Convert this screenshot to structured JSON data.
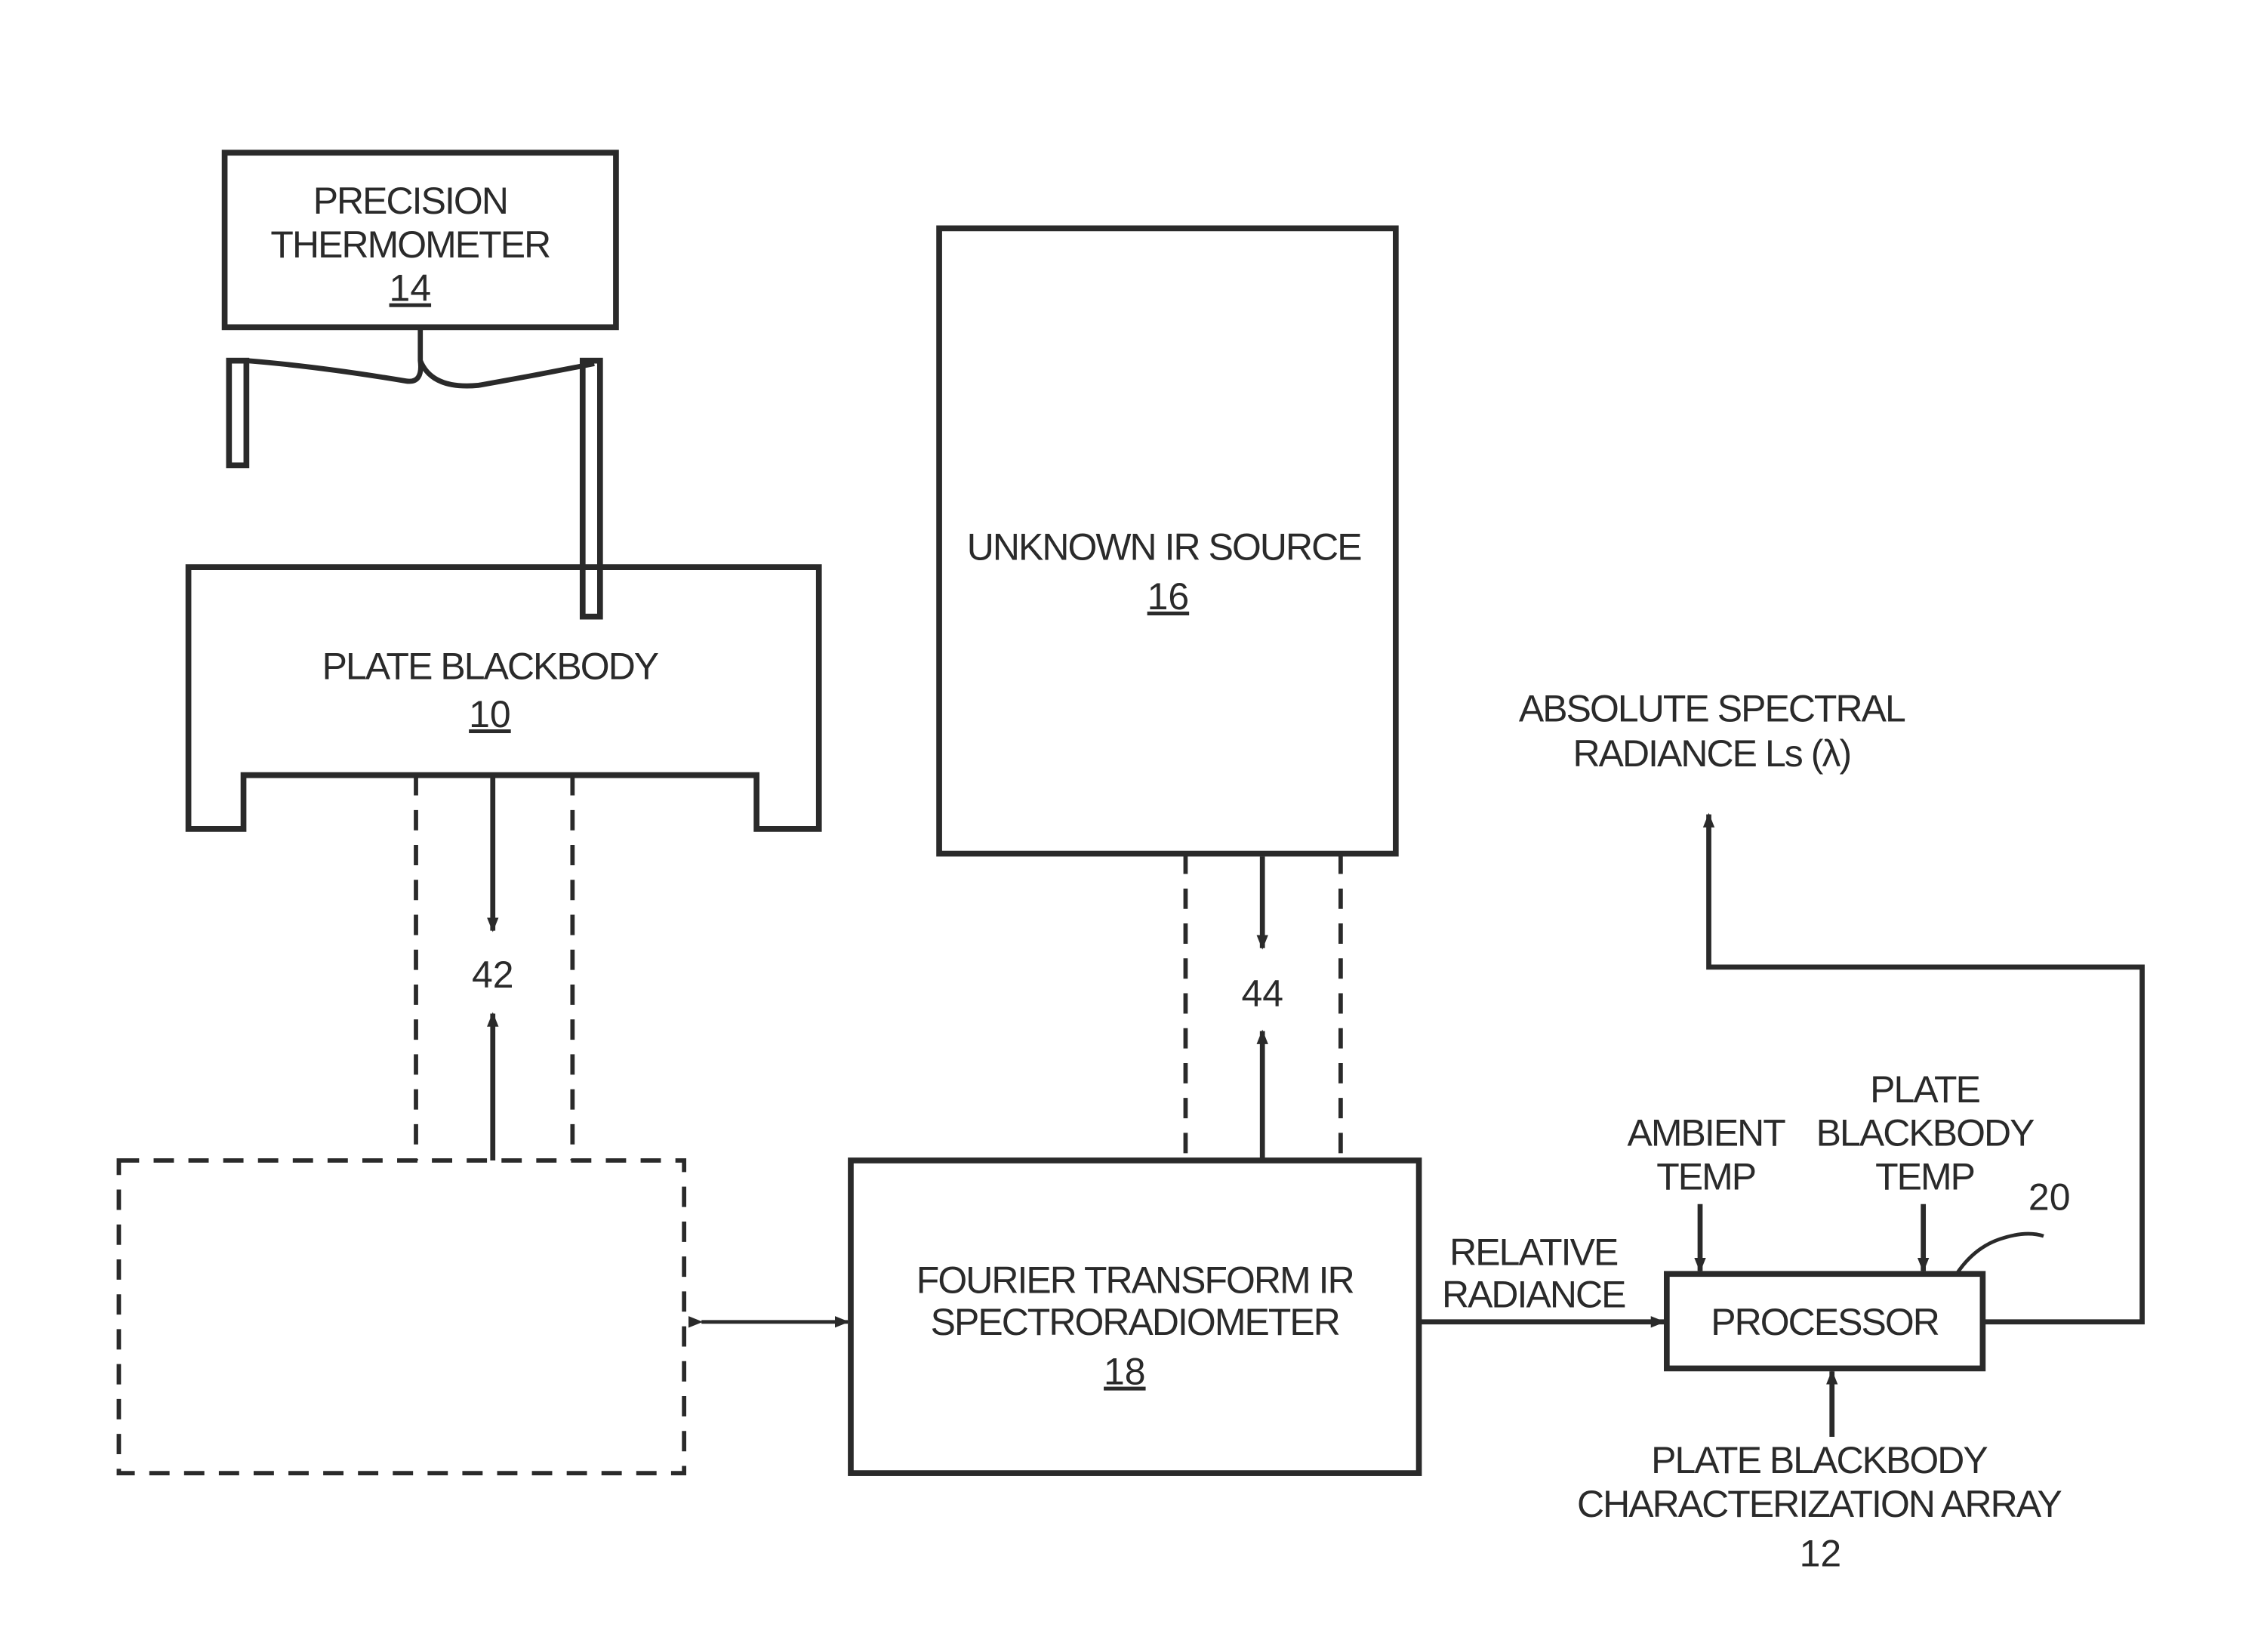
{
  "thermometer": {
    "line1": "PRECISION",
    "line2": "THERMOMETER",
    "ref": "14"
  },
  "plate_blackbody": {
    "label": "PLATE BLACKBODY",
    "ref": "10"
  },
  "unknown_source": {
    "label": "UNKNOWN IR SOURCE",
    "ref": "16"
  },
  "beam_left": {
    "label": "42"
  },
  "beam_right": {
    "label": "44"
  },
  "ftir": {
    "line1": "FOURIER TRANSFORM IR",
    "line2": "SPECTRORADIOMETER",
    "ref": "18"
  },
  "relative_radiance": {
    "line1": "RELATIVE",
    "line2": "RADIANCE"
  },
  "processor": {
    "label": "PROCESSOR",
    "ref": "20"
  },
  "ambient_temp": {
    "line1": "AMBIENT",
    "line2": "TEMP"
  },
  "plate_bb_temp": {
    "line1": "PLATE",
    "line2": "BLACKBODY",
    "line3": "TEMP"
  },
  "characterization": {
    "line1": "PLATE BLACKBODY",
    "line2": "CHARACTERIZATION ARRAY",
    "ref": "12"
  },
  "output": {
    "line1": "ABSOLUTE SPECTRAL",
    "line2": "RADIANCE Ls (λ)"
  }
}
